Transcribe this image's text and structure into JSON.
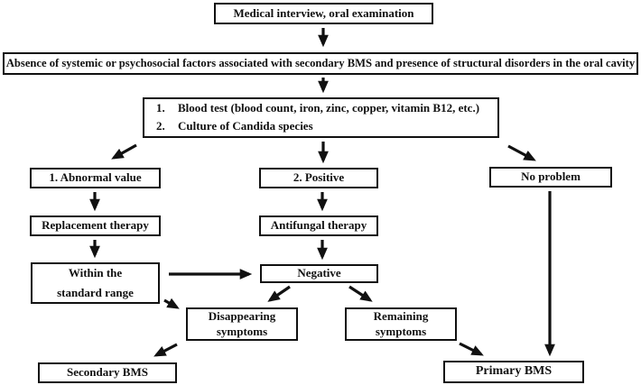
{
  "diagram": {
    "type": "flowchart",
    "topic": "Diagnostic flow for burning mouth syndrome (BMS)",
    "colors": {
      "background": "#ffffff",
      "box_border": "#111111",
      "text": "#111111",
      "arrow": "#111111"
    },
    "nodes": {
      "interview": "Medical interview, oral examination",
      "screening": "Absence of systemic or psychosocial factors associated with secondary BMS and presence of structural disorders in the oral cavity",
      "tests": [
        {
          "num": "1.",
          "text": "Blood test (blood count, iron, zinc, copper, vitamin B12, etc.)"
        },
        {
          "num": "2.",
          "text": "Culture of Candida species"
        }
      ],
      "abnormal_value": "1. Abnormal value",
      "positive": "2. Positive",
      "no_problem": "No problem",
      "replacement_therapy": "Replacement therapy",
      "antifungal_therapy": "Antifungal therapy",
      "within_standard_range": {
        "line1": "Within the",
        "line2": "standard range"
      },
      "negative": "Negative",
      "disappearing_symptoms": {
        "line1": "Disappearing",
        "line2": "symptoms"
      },
      "remaining_symptoms": {
        "line1": "Remaining",
        "line2": "symptoms"
      },
      "secondary_bms": "Secondary BMS",
      "primary_bms": "Primary BMS"
    },
    "edges": [
      {
        "from": "interview",
        "to": "screening"
      },
      {
        "from": "screening",
        "to": "tests"
      },
      {
        "from": "tests",
        "to": "abnormal_value"
      },
      {
        "from": "tests",
        "to": "positive"
      },
      {
        "from": "tests",
        "to": "no_problem"
      },
      {
        "from": "abnormal_value",
        "to": "replacement_therapy"
      },
      {
        "from": "positive",
        "to": "antifungal_therapy"
      },
      {
        "from": "replacement_therapy",
        "to": "within_standard_range"
      },
      {
        "from": "antifungal_therapy",
        "to": "negative"
      },
      {
        "from": "within_standard_range",
        "to": "negative"
      },
      {
        "from": "within_standard_range",
        "to": "disappearing_symptoms"
      },
      {
        "from": "negative",
        "to": "disappearing_symptoms"
      },
      {
        "from": "negative",
        "to": "remaining_symptoms"
      },
      {
        "from": "no_problem",
        "to": "primary_bms"
      },
      {
        "from": "disappearing_symptoms",
        "to": "secondary_bms"
      },
      {
        "from": "remaining_symptoms",
        "to": "primary_bms"
      }
    ]
  }
}
